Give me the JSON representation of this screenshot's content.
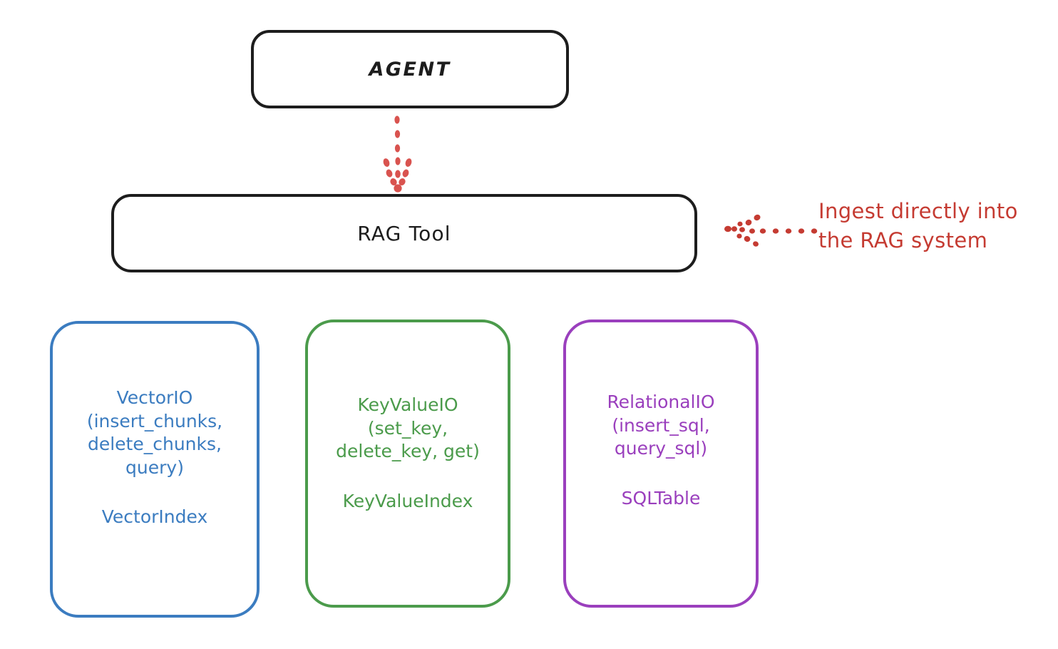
{
  "diagram": {
    "title": "RAG Tool architecture diagram",
    "background_color": "#ffffff",
    "nodes": {
      "agent": {
        "label": "AGENT",
        "color": "#1d1d1d"
      },
      "rag_tool": {
        "label": "RAG Tool",
        "color": "#1d1d1d"
      },
      "vector_io": {
        "title": "VectorIO\n(insert_chunks,\ndelete_chunks,\nquery)",
        "index": "VectorIndex",
        "color": "#3b7cc0"
      },
      "key_value_io": {
        "title": "KeyValueIO\n(set_key,\ndelete_key, get)",
        "index": "KeyValueIndex",
        "color": "#4b9b4b"
      },
      "relational_io": {
        "title": "RelationalIO\n(insert_sql,\nquery_sql)",
        "index": "SQLTable",
        "color": "#9a3fbd"
      }
    },
    "annotations": {
      "ingest": {
        "text": "Ingest directly into\nthe RAG system",
        "color": "#c53b32"
      }
    },
    "edges": {
      "agent_to_rag_tool": {
        "style": "dotted",
        "direction": "down",
        "color": "#d9534f"
      },
      "ingest_to_rag_tool": {
        "style": "dotted",
        "direction": "left",
        "color": "#c53b32"
      }
    }
  }
}
